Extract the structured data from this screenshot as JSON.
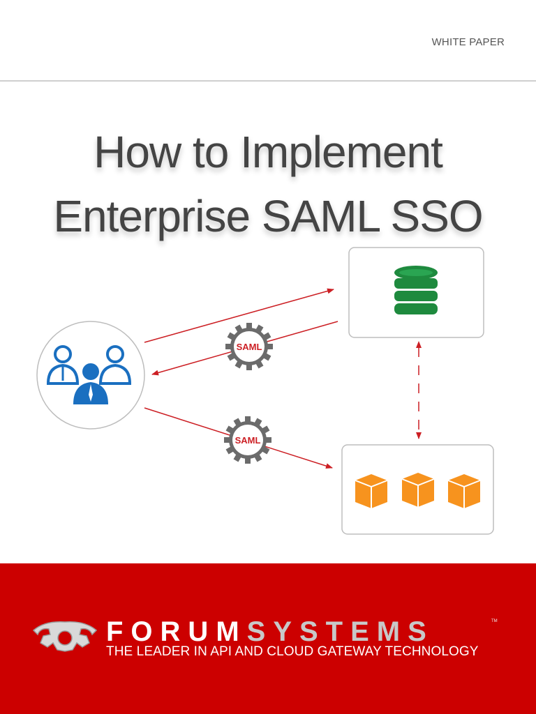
{
  "header": {
    "doc_type": "WHITE PAPER"
  },
  "title": {
    "line1": "How to Implement",
    "line2": "Enterprise SAML SSO"
  },
  "diagram": {
    "gear_labels": [
      "SAML",
      "SAML"
    ],
    "icons": {
      "users": "users-group-icon",
      "database": "database-icon",
      "services": [
        "box-icon",
        "box-icon",
        "box-icon"
      ]
    },
    "colors": {
      "arrow": "#cc1f24",
      "users": "#1a6fc0",
      "database": "#1e8a3e",
      "boxes": "#f7931e"
    }
  },
  "footer": {
    "brand_part1": "FORUM",
    "brand_part2": "SYSTEMS",
    "trademark": "TM",
    "tagline": "THE LEADER IN API AND CLOUD GATEWAY TECHNOLOGY",
    "background": "#cc0000"
  }
}
